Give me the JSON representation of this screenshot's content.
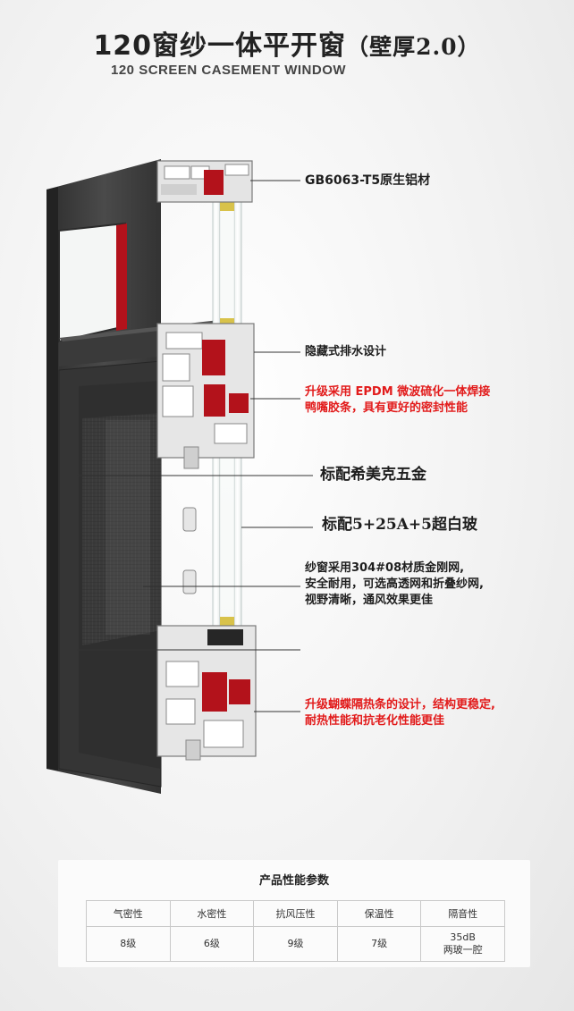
{
  "title": {
    "main": "120窗纱一体平开窗",
    "thickness": "（壁厚2.0）"
  },
  "subtitle": "120 SCREEN CASEMENT WINDOW",
  "callouts": [
    {
      "id": "material",
      "text": "GB6063-T5原生铝材",
      "color": "#1e1e1e"
    },
    {
      "id": "drainage",
      "text": "隐藏式排水设计",
      "color": "#1e1e1e"
    },
    {
      "id": "epdm",
      "lines": [
        "升级采用 EPDM 微波硫化一体焊接",
        "鸭嘴胶条，具有更好的密封性能"
      ],
      "color": "#e21b1b"
    },
    {
      "id": "hardware",
      "text": "标配希美克五金",
      "color": "#1e1e1e"
    },
    {
      "id": "glass",
      "text": "标配5+25A+5超白玻",
      "color": "#1e1e1e"
    },
    {
      "id": "screen",
      "lines": [
        "纱窗采用304#08材质金刚网,",
        "安全耐用，可选高透网和折叠纱网,",
        "视野清晰，通风效果更佳"
      ],
      "color": "#1e1e1e"
    },
    {
      "id": "thermal",
      "lines": [
        "升级蝴蝶隔热条的设计，结构更稳定,",
        "耐热性能和抗老化性能更佳"
      ],
      "color": "#e21b1b"
    }
  ],
  "params": {
    "title": "产品性能参数",
    "headers": [
      "气密性",
      "水密性",
      "抗风压性",
      "保温性",
      "隔音性"
    ],
    "values": [
      "8级",
      "6级",
      "9级",
      "7级",
      [
        "35dB",
        "两玻一腔"
      ]
    ]
  },
  "colors": {
    "frame": "#3b3b3b",
    "frame_light": "#555555",
    "profile_white": "#e6e6e6",
    "gasket_red": "#b3121b",
    "callout_red": "#e21b1b"
  }
}
